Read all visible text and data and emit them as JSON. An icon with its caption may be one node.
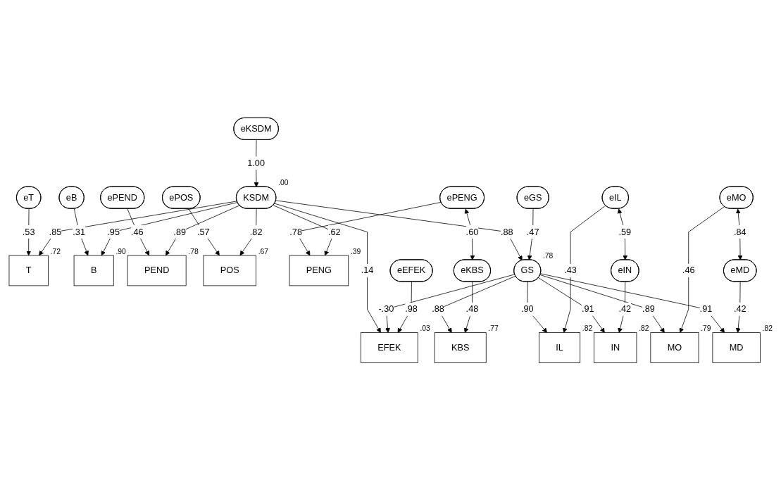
{
  "diagram": {
    "nodes": [
      {
        "text": [
          "eT"
        ]
      },
      {
        "text": [
          "T"
        ],
        "beside": [
          ".72"
        ]
      },
      {
        "text": [
          "eB"
        ]
      },
      {
        "text": [
          "B"
        ],
        "beside": [
          ".90"
        ]
      },
      {
        "text": [
          "eKSDM"
        ]
      },
      {
        "text": [
          "ePEND"
        ]
      },
      {
        "text": [
          "PEND"
        ],
        "beside": [
          ".78"
        ]
      },
      {
        "text": [
          "KSDM"
        ],
        "beside": [
          ".00"
        ]
      },
      {
        "text": [
          "ePOS"
        ]
      },
      {
        "text": [
          "POS"
        ],
        "beside": [
          ".67"
        ]
      },
      {
        "text": [
          "ePENG"
        ]
      },
      {
        "text": [
          "PENG"
        ],
        "beside": [
          ".39"
        ]
      },
      {
        "text": [
          "EFEK"
        ],
        "beside": [
          ".03"
        ]
      },
      {
        "text": [
          "eEFEK"
        ]
      },
      {
        "text": [
          "GS"
        ],
        "beside": [
          ".78"
        ]
      },
      {
        "text": [
          "eGS"
        ]
      },
      {
        "text": [
          "KBS"
        ],
        "beside": [
          ".77"
        ]
      },
      {
        "text": [
          "IL"
        ],
        "beside": [
          ".82"
        ]
      },
      {
        "text": [
          "IN"
        ],
        "beside": [
          ".82"
        ]
      },
      {
        "text": [
          "MO"
        ],
        "beside": [
          ".79"
        ]
      },
      {
        "text": [
          "MD"
        ],
        "beside": [
          ".82"
        ]
      },
      {
        "text": [
          "eKBS"
        ]
      },
      {
        "text": [
          "eIL"
        ]
      },
      {
        "text": [
          "eIN"
        ]
      },
      {
        "text": [
          "eMO"
        ]
      },
      {
        "text": [
          "eMD"
        ]
      }
    ],
    "edges": [
      {
        "from": 0,
        "to": 1,
        "arrow": "to",
        "label": ".53"
      },
      {
        "from": 2,
        "to": 3,
        "arrow": "to",
        "label": ".31"
      },
      {
        "from": 5,
        "to": 6,
        "arrow": "to",
        "label": ".46"
      },
      {
        "from": 8,
        "to": 9,
        "arrow": "to",
        "label": ".57"
      },
      {
        "from": 10,
        "to": 11,
        "arrow": "to",
        "label": ".78"
      },
      {
        "from": 4,
        "to": 7,
        "arrow": "to",
        "label": "1.00"
      },
      {
        "from": 7,
        "to": 1,
        "arrow": "to",
        "label": ".85"
      },
      {
        "from": 7,
        "to": 3,
        "arrow": "to",
        "label": ".95"
      },
      {
        "from": 7,
        "to": 6,
        "arrow": "to",
        "label": ".89"
      },
      {
        "from": 7,
        "to": 9,
        "arrow": "to",
        "label": ".82"
      },
      {
        "from": 7,
        "to": 11,
        "arrow": "to",
        "label": ".62"
      },
      {
        "from": 7,
        "to": 12,
        "arrow": "to",
        "label": ".14"
      },
      {
        "from": 7,
        "to": 14,
        "arrow": "to",
        "label": ".88"
      },
      {
        "from": 14,
        "to": 12,
        "arrow": "to",
        "label": "-.30"
      },
      {
        "from": 13,
        "to": 12,
        "arrow": "to",
        "label": ".98"
      },
      {
        "from": 15,
        "to": 14,
        "arrow": "to",
        "label": ".47"
      },
      {
        "from": 14,
        "to": 16,
        "arrow": "to",
        "label": ".88"
      },
      {
        "from": 14,
        "to": 17,
        "arrow": "to",
        "label": ".90"
      },
      {
        "from": 14,
        "to": 18,
        "arrow": "to",
        "label": ".91"
      },
      {
        "from": 14,
        "to": 19,
        "arrow": "to",
        "label": ".89"
      },
      {
        "from": 14,
        "to": 20,
        "arrow": "to",
        "label": ".91"
      },
      {
        "from": 21,
        "to": 16,
        "arrow": "to",
        "label": ".48"
      },
      {
        "from": 22,
        "to": 17,
        "arrow": "to",
        "label": ".43"
      },
      {
        "from": 23,
        "to": 18,
        "arrow": "to",
        "label": ".42"
      },
      {
        "from": 24,
        "to": 19,
        "arrow": "to",
        "label": ".46"
      },
      {
        "from": 25,
        "to": 20,
        "arrow": "to",
        "label": ".42"
      },
      {
        "from": 10,
        "to": 21,
        "arrow": "both",
        "label": ".60"
      },
      {
        "from": 22,
        "to": 23,
        "arrow": "both",
        "label": ".59"
      },
      {
        "from": 24,
        "to": 25,
        "arrow": "both",
        "label": ".84"
      }
    ]
  }
}
